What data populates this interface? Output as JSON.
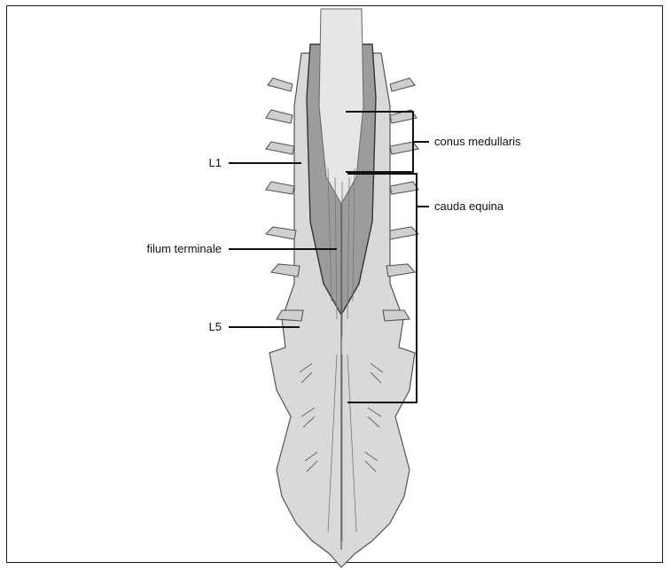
{
  "labels": {
    "l1": "L1",
    "filum_terminale": "filum terminale",
    "l5": "L5",
    "conus_medullaris": "conus medullaris",
    "cauda_equina": "cauda equina"
  },
  "colors": {
    "bone": "#d6d6d6",
    "dura": "#9a9a9a",
    "outline": "#555555",
    "leader": "#111111",
    "cord": "#e4e4e4"
  }
}
